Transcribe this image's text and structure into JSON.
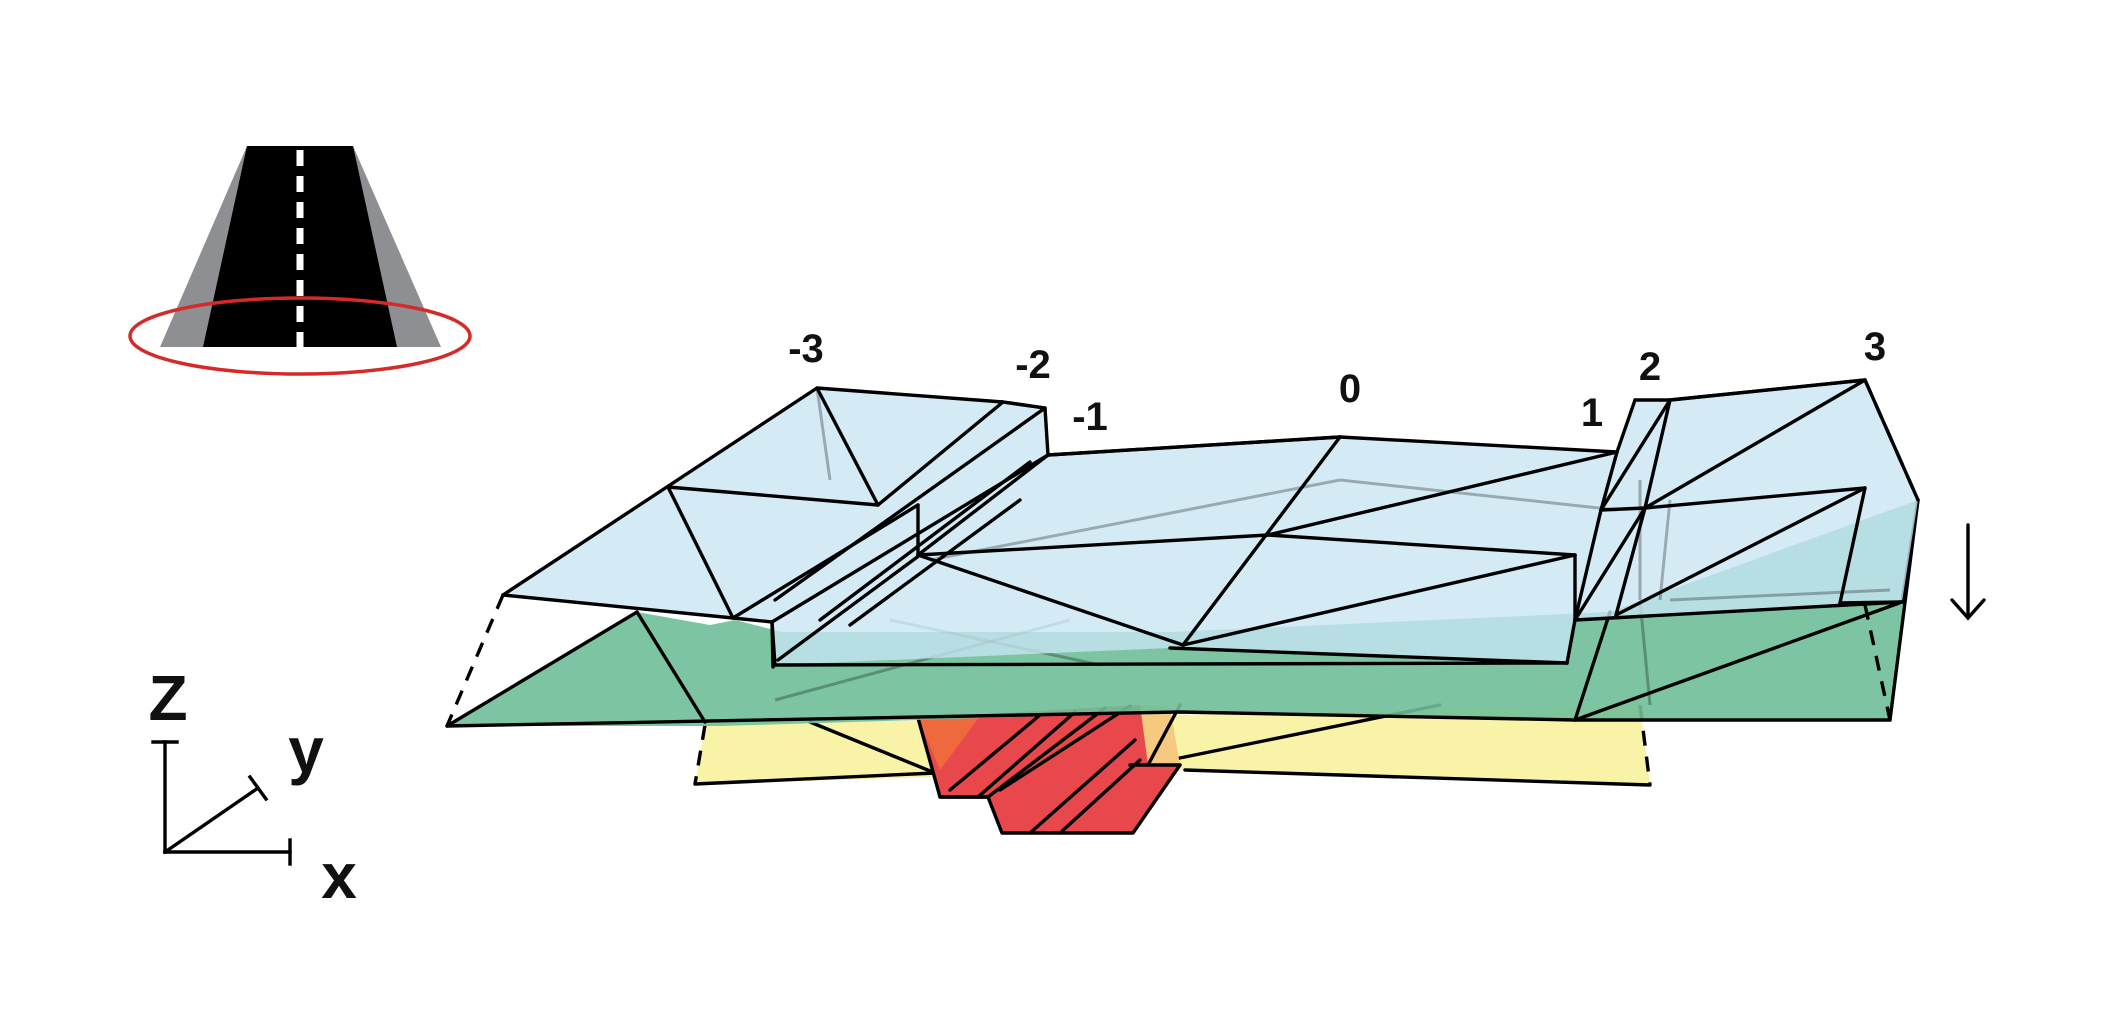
{
  "diagram": {
    "node_labels": [
      "-3",
      "-2",
      "-1",
      "0",
      "1",
      "2",
      "3"
    ],
    "axes": {
      "z": "Z",
      "y": "y",
      "x": "x"
    },
    "colors": {
      "top_surface": "#c8e6f4",
      "middle_layer": "#6fbf98",
      "bottom_layer": "#f8f3a6",
      "core_block": "#e8474c",
      "core_block_light": "#f5ca80",
      "road_asphalt": "#000000",
      "road_shoulder": "#8e8f93",
      "road_centerline": "#ffffff",
      "highlight_ellipse": "#d42a2a"
    },
    "icons": {
      "road_thumbnail": "road-cross-section-icon",
      "down_arrow": "down-arrow-icon",
      "axis_triad": "xyz-axes-icon"
    }
  }
}
